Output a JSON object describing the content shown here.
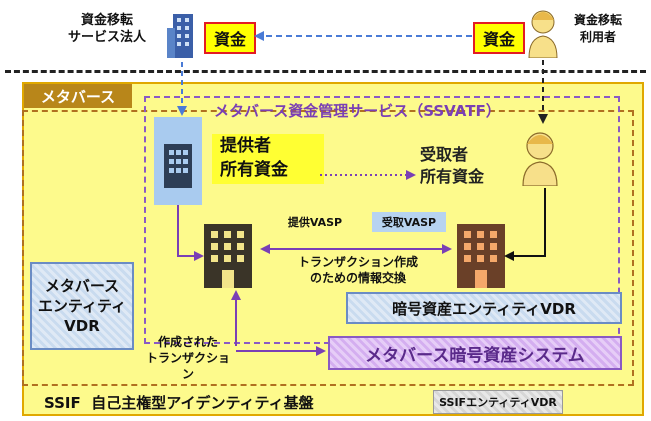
{
  "top": {
    "left_label": "資金移転\nサービス法人",
    "right_label": "資金移転\n利用者",
    "left_money": "資金",
    "right_money": "資金"
  },
  "metaverse": {
    "title": "メタバース",
    "ssvatf_title": "メタバース資金管理サービス（SSVATF）",
    "provider_funds": "提供者\n所有資金",
    "receiver_funds": "受取者\n所有資金",
    "provider_vasp": "提供VASP",
    "receiver_vasp": "受取VASP",
    "exchange_label": "トランザクション作成\nのための情報交換",
    "crypto_vdr": "暗号資産エンティティVDR",
    "entity_vdr": "メタバース\nエンティティ\nVDR",
    "created_tx": "作成された\nトランザクション",
    "crypto_system": "メタバース暗号資産システム"
  },
  "ssif": {
    "title": "SSIF  自己主権型アイデンティティ基盤",
    "vdr": "SSIFエンティティVDR"
  },
  "colors": {
    "arrow_purple": "#7a3fb5",
    "arrow_blue": "#4a7bd6",
    "building_dark": "#3a3428",
    "building_brown": "#7a4a2a",
    "building_blue": "#3b5fa8"
  }
}
